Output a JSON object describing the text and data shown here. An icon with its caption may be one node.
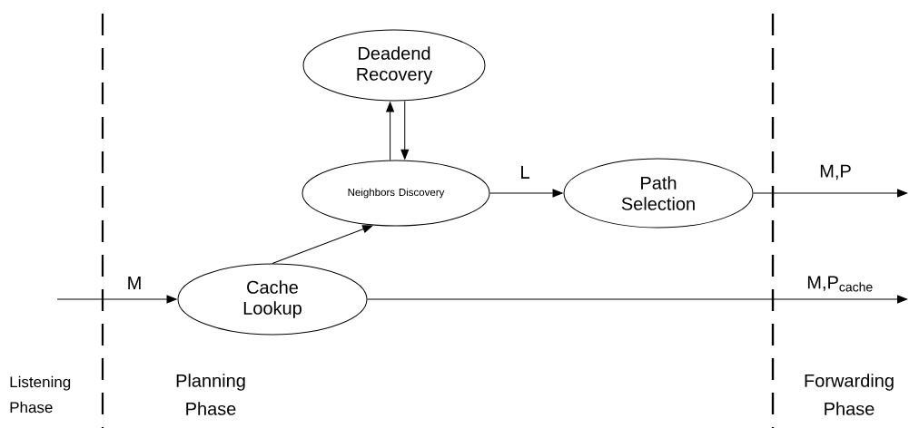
{
  "diagram": {
    "nodes": [
      {
        "text": [
          "Deadend Recovery"
        ]
      },
      {
        "text": [
          "Neighbors Discovery"
        ]
      },
      {
        "text": [
          "Path Selection"
        ]
      },
      {
        "text": [
          "Cache Lookup"
        ]
      }
    ],
    "edges": [
      {
        "from": null,
        "to": 3,
        "arrow": "to",
        "label": "M"
      },
      {
        "from": 3,
        "to": 1,
        "arrow": "to"
      },
      {
        "from": 1,
        "to": 0,
        "arrow": "to"
      },
      {
        "from": 0,
        "to": 1,
        "arrow": "to"
      },
      {
        "from": 1,
        "to": 2,
        "arrow": "to",
        "label": "L"
      },
      {
        "from": 2,
        "to": null,
        "arrow": "to",
        "label": "M,P"
      },
      {
        "from": 3,
        "to": null,
        "arrow": "to",
        "label": "M,P$_{cache}$"
      }
    ],
    "labels": [
      "Listening Phase",
      "Planning Phase",
      "Forwarding Phase"
    ]
  }
}
